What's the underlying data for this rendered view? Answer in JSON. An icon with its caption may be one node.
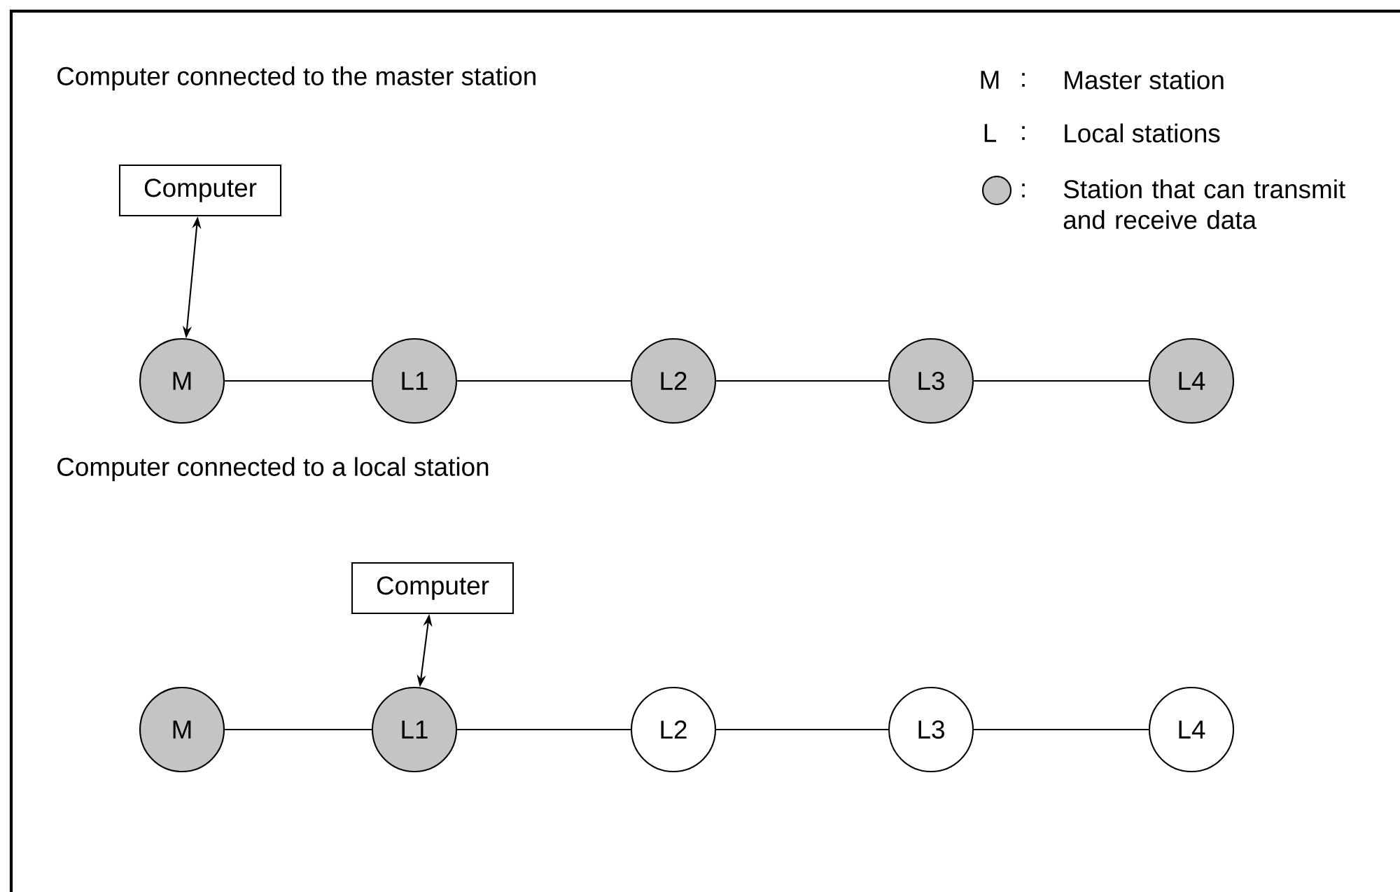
{
  "diagram": {
    "nodes": [
      {
        "text": [
          "Computer"
        ]
      },
      {
        "text": [
          "M"
        ]
      },
      {
        "text": [
          "L1"
        ]
      },
      {
        "text": [
          "L2"
        ]
      },
      {
        "text": [
          "L3"
        ]
      },
      {
        "text": [
          "L4"
        ]
      },
      {
        "text": [
          "Computer"
        ]
      },
      {
        "text": [
          "M"
        ]
      },
      {
        "text": [
          "L1"
        ]
      },
      {
        "text": [
          "L2"
        ]
      },
      {
        "text": [
          "L3"
        ]
      },
      {
        "text": [
          "L4"
        ]
      }
    ],
    "edges": [
      {
        "from": 0,
        "to": 1,
        "arrow": "both"
      },
      {
        "from": 1,
        "to": 2,
        "arrow": "none"
      },
      {
        "from": 2,
        "to": 3,
        "arrow": "none"
      },
      {
        "from": 3,
        "to": 4,
        "arrow": "none"
      },
      {
        "from": 4,
        "to": 5,
        "arrow": "none"
      },
      {
        "from": 6,
        "to": 8,
        "arrow": "both"
      },
      {
        "from": 7,
        "to": 8,
        "arrow": "none"
      },
      {
        "from": 8,
        "to": 9,
        "arrow": "none"
      },
      {
        "from": 9,
        "to": 10,
        "arrow": "none"
      },
      {
        "from": 10,
        "to": 11,
        "arrow": "none"
      }
    ],
    "labels": [
      "Computer connected to the master station",
      "M",
      ":",
      "Master station",
      "L",
      ":",
      "Local stations",
      ":",
      "Computer connected to a local station"
    ],
    "legend": [
      {
        "text": "Station that can transmit and receive data",
        "color": "#c4c4c4"
      }
    ]
  }
}
